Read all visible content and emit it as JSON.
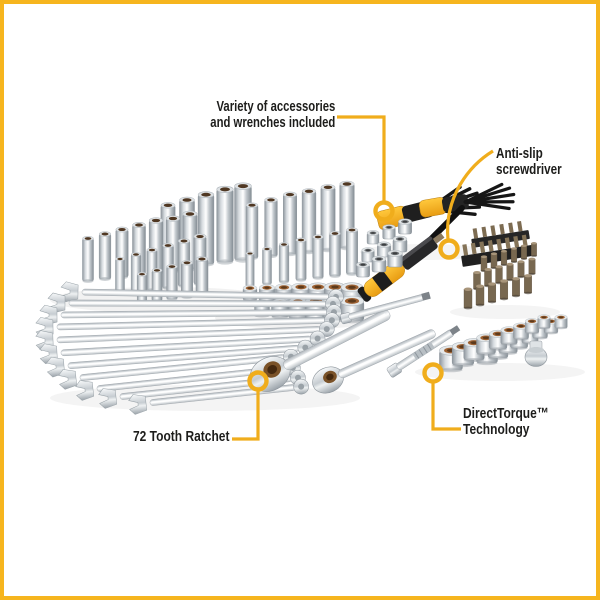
{
  "frame": {
    "background": "#ffffff",
    "border_color": "#f6b51e"
  },
  "colors": {
    "callout_line": "#f0ad1c",
    "callout_text": "#1d1d1b",
    "tool_accent_yellow": "#f2a81f",
    "chrome_highlight": "#ffffff",
    "chrome_shadow": "#8d959c",
    "socket_bore_copper": "#8a5530",
    "bit_bronze": "#786850"
  },
  "callouts": {
    "accessories": {
      "line1": "Variety of accessories",
      "line2": "and wrenches included"
    },
    "anti_slip": {
      "line1": "Anti-slip",
      "line2": "screwdriver"
    },
    "ratchet": {
      "label": "72 Tooth Ratchet"
    },
    "direct_torque": {
      "line1": "DirectTorque™",
      "line2": "Technology"
    }
  }
}
